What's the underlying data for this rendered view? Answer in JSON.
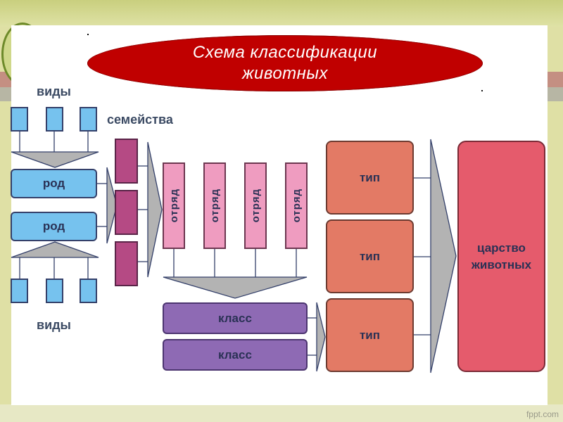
{
  "diagram": {
    "title": "Схема классификации животных",
    "labels": {
      "species_top": "виды",
      "species_bottom": "виды",
      "families": "семейства"
    },
    "genus": [
      "род",
      "род"
    ],
    "orders": [
      "отряд",
      "отряд",
      "отряд",
      "отряд"
    ],
    "classes": [
      "класс",
      "класс"
    ],
    "phyla": [
      "тип",
      "тип",
      "тип"
    ],
    "kingdom": "царство животных"
  },
  "footer": {
    "watermark": "fppt.com"
  },
  "colors": {
    "species": "#76c2ee",
    "family": "#b54a84",
    "order": "#ef9cc0",
    "class": "#8e6ab4",
    "phylum": "#e37a65",
    "kingdom": "#e55b6c",
    "title": "#c00000",
    "arrow": "#b3b3b3"
  }
}
